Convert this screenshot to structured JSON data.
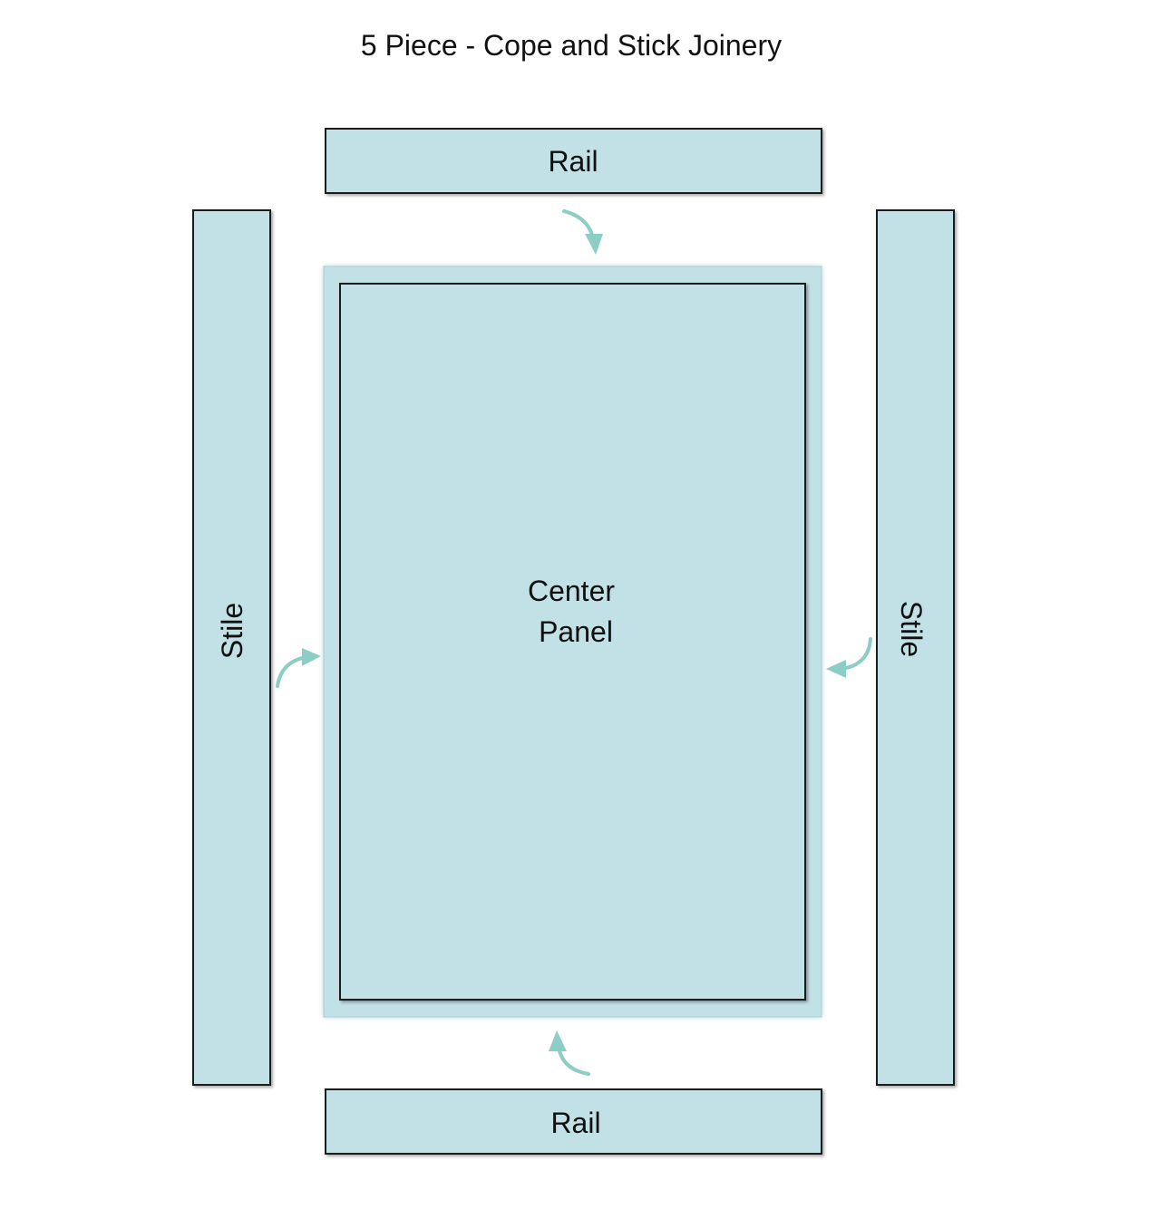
{
  "title": "5 Piece - Cope and Stick Joinery",
  "pieces": {
    "top_rail": "Rail",
    "bottom_rail": "Rail",
    "left_stile": "Stile",
    "right_stile": "Stile",
    "center_panel_line1": "Center",
    "center_panel_line2": "Panel"
  },
  "colors": {
    "piece_fill": "#c2e1e6",
    "piece_stroke": "#1a1a1a",
    "arrow": "#8ccdc6",
    "text": "#111111"
  },
  "arrow_icons": [
    "curved-arrow-down-icon",
    "curved-arrow-right-icon",
    "curved-arrow-left-icon",
    "curved-arrow-up-icon"
  ]
}
